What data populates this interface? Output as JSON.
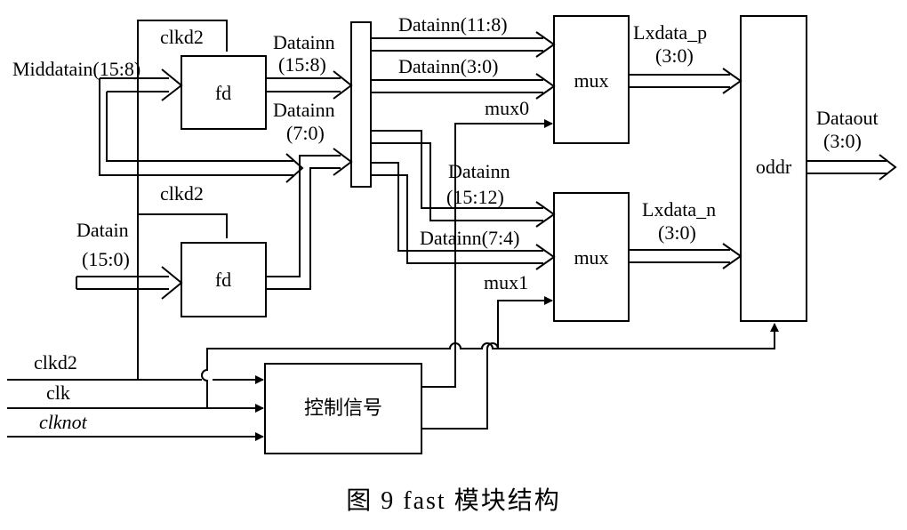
{
  "blocks": {
    "fd_top": "fd",
    "fd_bottom": "fd",
    "mux_top": "mux",
    "mux_bottom": "mux",
    "oddr": "oddr",
    "control": "控制信号"
  },
  "signals": {
    "middatain": "Middatain(15:8)",
    "clkd2_top": "clkd2",
    "clkd2_mid": "clkd2",
    "datainn_hi_1": "Datainn",
    "datainn_hi_2": "(15:8)",
    "datainn_lo_1": "Datainn",
    "datainn_lo_2": "(7:0)",
    "datain_1": "Datain",
    "datain_2": "(15:0)",
    "datainn_11_8": "Datainn(11:8)",
    "datainn_3_0": "Datainn(3:0)",
    "mux0": "mux0",
    "datainn_15_12_1": "Datainn",
    "datainn_15_12_2": "(15:12)",
    "datainn_7_4": "Datainn(7:4)",
    "mux1": "mux1",
    "lxdata_p_1": "Lxdata_p",
    "lxdata_p_2": "(3:0)",
    "lxdata_n_1": "Lxdata_n",
    "lxdata_n_2": "(3:0)",
    "dataout_1": "Dataout",
    "dataout_2": "(3:0)",
    "clkd2_in": "clkd2",
    "clk_in": "clk",
    "clknot_in": "clknot"
  },
  "caption": "图 9   fast 模块结构"
}
